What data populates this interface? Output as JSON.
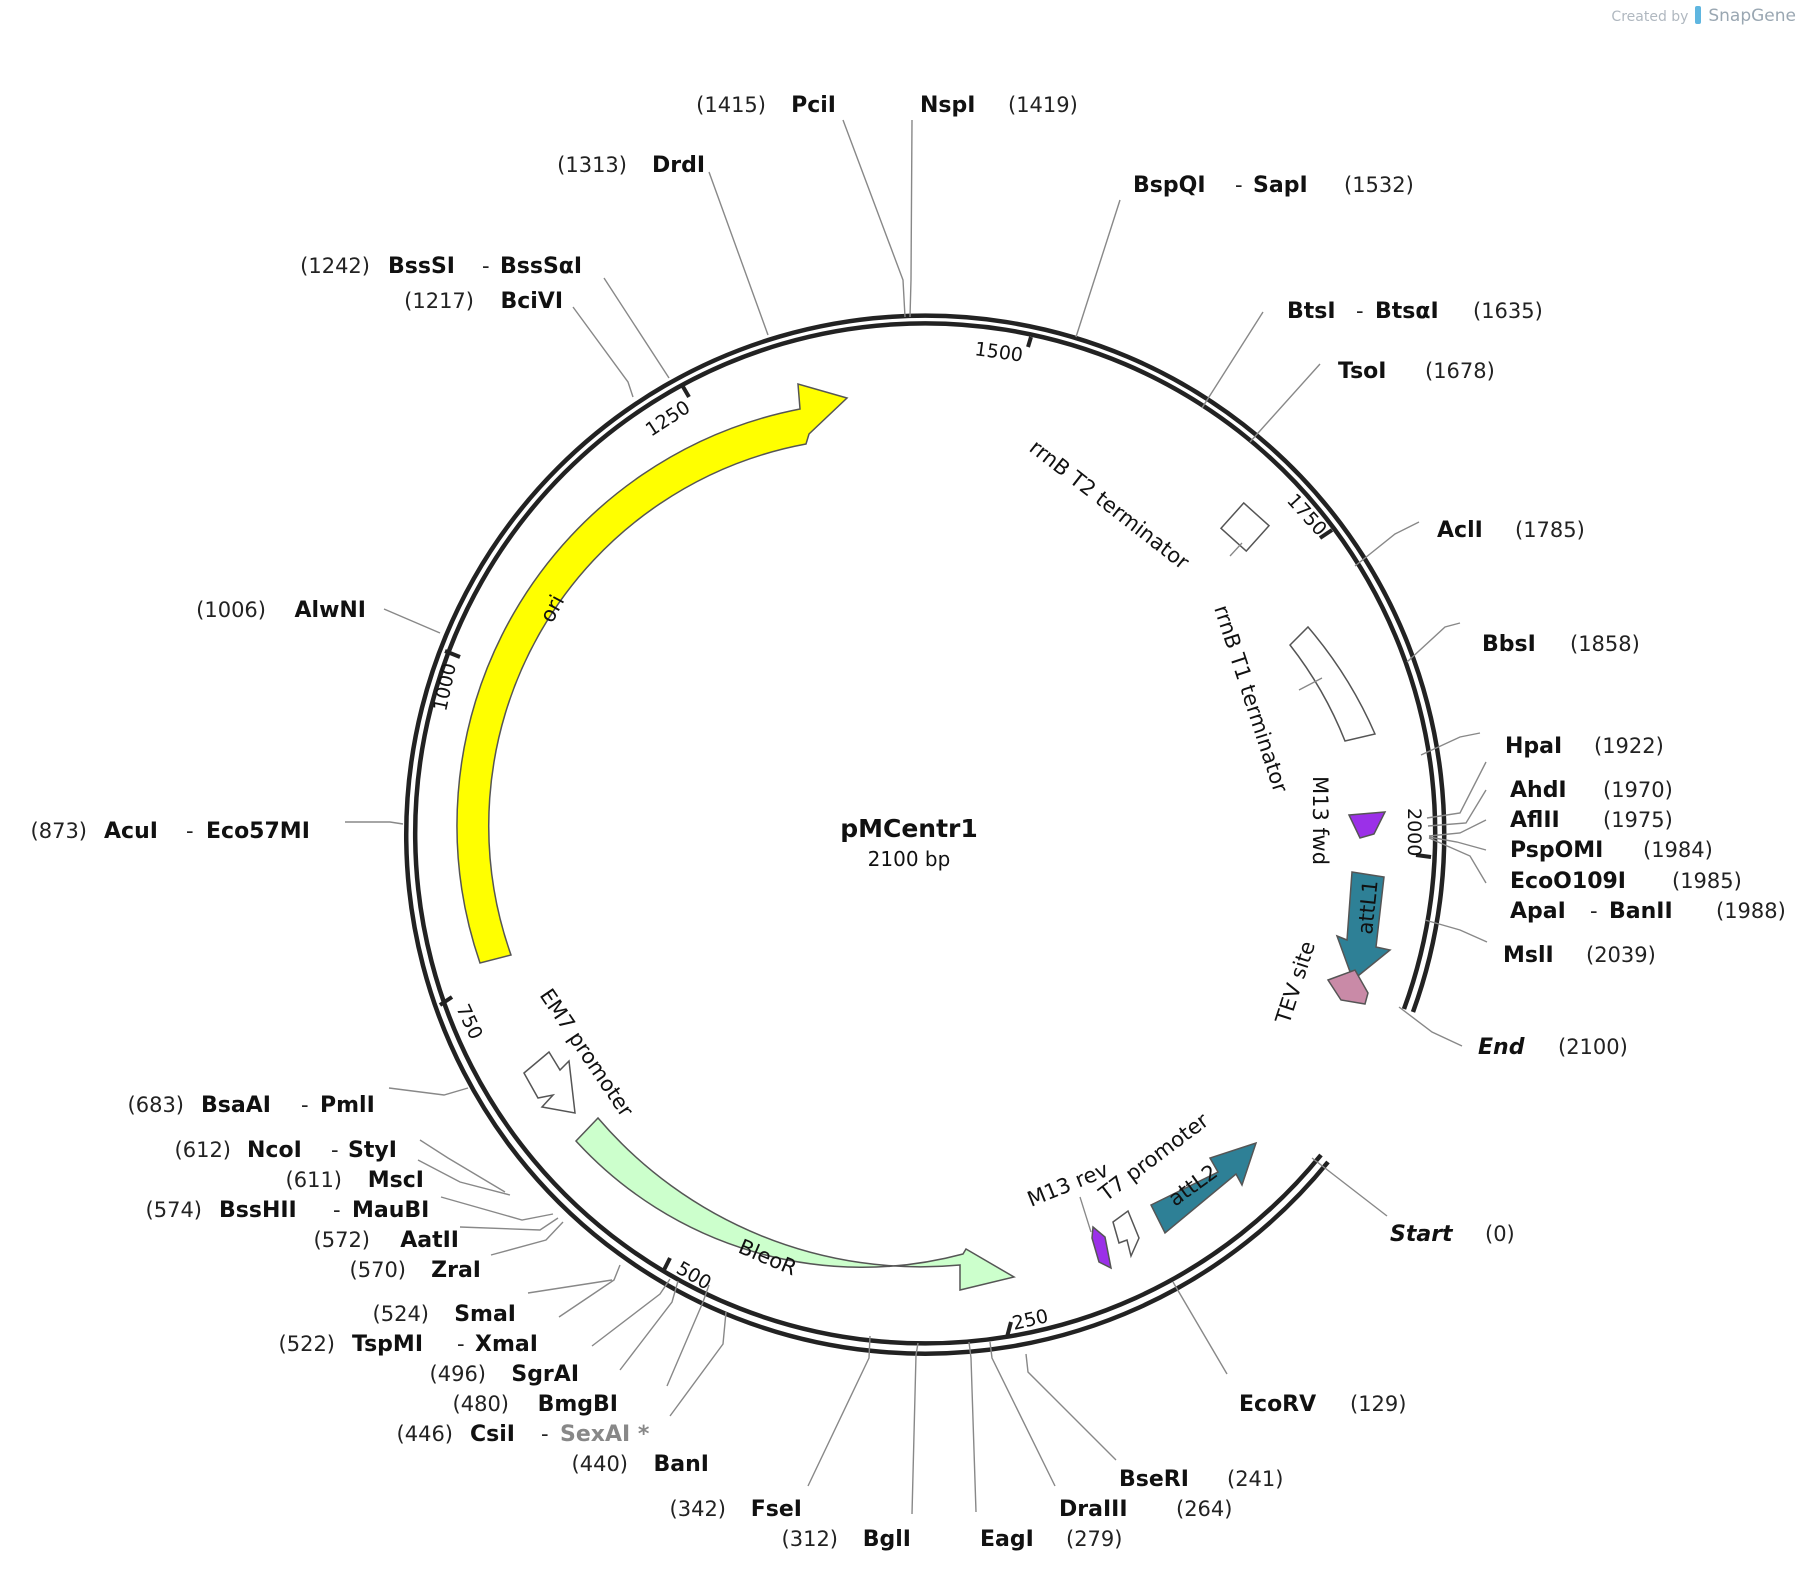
{
  "credit": {
    "prefix": "Created by",
    "brand": "SnapGene",
    "logo_icon": "snapgene-logo-icon"
  },
  "plasmid": {
    "name": "pMCentr1",
    "length_label": "2100 bp",
    "length": 2100
  },
  "colors": {
    "ori": "#ffff00",
    "bleor": "#ccffcc",
    "attl": "#2e8096",
    "primer": "#9b30e8",
    "tev": "#c98aa7",
    "outline": "#222222"
  },
  "ticks": [
    "250",
    "500",
    "750",
    "1000",
    "1250",
    "1500",
    "1750",
    "2000"
  ],
  "features": [
    {
      "id": "ori",
      "label": "ori"
    },
    {
      "id": "bleor",
      "label": "BleoR"
    },
    {
      "id": "em7",
      "label": "EM7 promoter"
    },
    {
      "id": "rrnb_t2",
      "label": "rrnB T2 terminator"
    },
    {
      "id": "rrnb_t1",
      "label": "rrnB T1 terminator"
    },
    {
      "id": "m13fwd",
      "label": "M13 fwd"
    },
    {
      "id": "attl1",
      "label": "attL1"
    },
    {
      "id": "tev",
      "label": "TEV site"
    },
    {
      "id": "m13rev",
      "label": "M13 rev"
    },
    {
      "id": "t7",
      "label": "T7 promoter"
    },
    {
      "id": "attl2",
      "label": "attL2"
    }
  ],
  "sites": [
    {
      "pos": "(1415)",
      "name": "PciI",
      "name2": ""
    },
    {
      "pos": "(1419)",
      "name": "NspI",
      "name2": ""
    },
    {
      "pos": "(1313)",
      "name": "DrdI",
      "name2": ""
    },
    {
      "pos": "(1532)",
      "name": "BspQI",
      "name2": "SapI"
    },
    {
      "pos": "(1242)",
      "name": "BssSI",
      "name2": "BssSαI"
    },
    {
      "pos": "(1217)",
      "name": "BciVI",
      "name2": ""
    },
    {
      "pos": "(1635)",
      "name": "BtsI",
      "name2": "BtsαI"
    },
    {
      "pos": "(1678)",
      "name": "TsoI",
      "name2": ""
    },
    {
      "pos": "(1785)",
      "name": "AclI",
      "name2": ""
    },
    {
      "pos": "(1006)",
      "name": "AlwNI",
      "name2": ""
    },
    {
      "pos": "(1858)",
      "name": "BbsI",
      "name2": ""
    },
    {
      "pos": "(1922)",
      "name": "HpaI",
      "name2": ""
    },
    {
      "pos": "(1970)",
      "name": "AhdI",
      "name2": ""
    },
    {
      "pos": "(1975)",
      "name": "AflII",
      "name2": ""
    },
    {
      "pos": "(1984)",
      "name": "PspOMI",
      "name2": ""
    },
    {
      "pos": "(1985)",
      "name": "EcoO109I",
      "name2": ""
    },
    {
      "pos": "(1988)",
      "name": "ApaI",
      "name2": "BanII"
    },
    {
      "pos": "(873)",
      "name": "AcuI",
      "name2": "Eco57MI"
    },
    {
      "pos": "(2039)",
      "name": "MslI",
      "name2": ""
    },
    {
      "pos": "(2100)",
      "name": "End",
      "name2": ""
    },
    {
      "pos": "(683)",
      "name": "BsaAI",
      "name2": "PmlI"
    },
    {
      "pos": "(612)",
      "name": "NcoI",
      "name2": "StyI"
    },
    {
      "pos": "(611)",
      "name": "MscI",
      "name2": ""
    },
    {
      "pos": "(574)",
      "name": "BssHII",
      "name2": "MauBI"
    },
    {
      "pos": "(572)",
      "name": "AatII",
      "name2": ""
    },
    {
      "pos": "(570)",
      "name": "ZraI",
      "name2": ""
    },
    {
      "pos": "(0)",
      "name": "Start",
      "name2": ""
    },
    {
      "pos": "(524)",
      "name": "SmaI",
      "name2": ""
    },
    {
      "pos": "(522)",
      "name": "TspMI",
      "name2": "XmaI"
    },
    {
      "pos": "(496)",
      "name": "SgrAI",
      "name2": ""
    },
    {
      "pos": "(480)",
      "name": "BmgBI",
      "name2": ""
    },
    {
      "pos": "(446)",
      "name": "CsiI",
      "name2": "SexAI *"
    },
    {
      "pos": "(440)",
      "name": "BanI",
      "name2": ""
    },
    {
      "pos": "(129)",
      "name": "EcoRV",
      "name2": ""
    },
    {
      "pos": "(342)",
      "name": "FseI",
      "name2": ""
    },
    {
      "pos": "(312)",
      "name": "BglI",
      "name2": ""
    },
    {
      "pos": "(279)",
      "name": "EagI",
      "name2": ""
    },
    {
      "pos": "(264)",
      "name": "DraIII",
      "name2": ""
    },
    {
      "pos": "(241)",
      "name": "BseRI",
      "name2": ""
    }
  ]
}
